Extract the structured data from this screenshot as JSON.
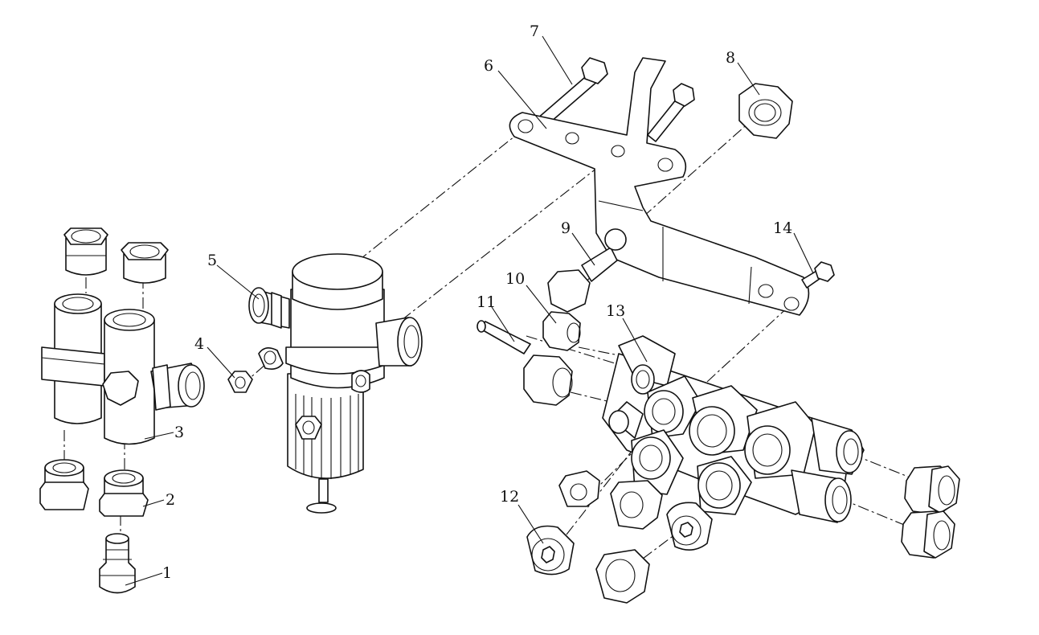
{
  "diagram": {
    "callouts": [
      "1",
      "2",
      "3",
      "4",
      "5",
      "6",
      "7",
      "8",
      "9",
      "10",
      "11",
      "12",
      "13",
      "14"
    ],
    "colors": {
      "line": "#111111",
      "background": "#ffffff"
    }
  }
}
